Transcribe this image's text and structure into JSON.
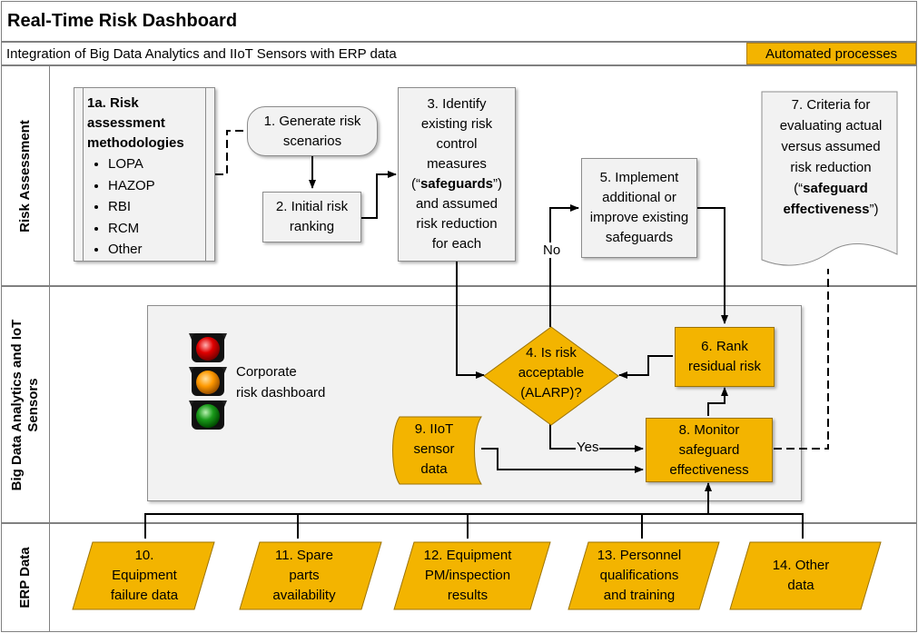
{
  "header": {
    "title": "Real-Time Risk Dashboard",
    "subtitle": "Integration of Big Data Analytics and IIoT Sensors with ERP data",
    "legend": "Automated processes"
  },
  "lanes": {
    "risk": "Risk Assessment",
    "bigdata_1": "Big Data Analytics and IoT",
    "bigdata_2": "Sensors",
    "erp": "ERP Data"
  },
  "methods": {
    "title_1": "1a. Risk",
    "title_2": "assessment",
    "title_3": "methodologies",
    "items": [
      "LOPA",
      "HAZOP",
      "RBI",
      "RCM",
      "Other"
    ]
  },
  "nodes": {
    "n1": [
      "1. Generate risk",
      "scenarios"
    ],
    "n2": [
      "2. Initial risk",
      "ranking"
    ],
    "n3": [
      "3. Identify",
      "existing risk",
      "control",
      "measures",
      "(“",
      "safeguards",
      "”)",
      "and assumed",
      "risk reduction",
      "for each"
    ],
    "n4": [
      "4. Is risk",
      "acceptable",
      "(ALARP)?"
    ],
    "n5": [
      "5. Implement",
      "additional or",
      "improve existing",
      "safeguards"
    ],
    "n6": [
      "6. Rank",
      "residual risk"
    ],
    "n7": [
      "7. Criteria for",
      "evaluating actual",
      "versus assumed",
      "risk reduction",
      "(“",
      "safeguard",
      "effectiveness",
      "”)"
    ],
    "n8": [
      "8. Monitor",
      "safeguard",
      "effectiveness"
    ],
    "n9": [
      "9. IIoT",
      "sensor",
      "data"
    ],
    "n10": [
      "10.",
      "Equipment",
      "failure data"
    ],
    "n11": [
      "11. Spare",
      "parts",
      "availability"
    ],
    "n12": [
      "12. Equipment",
      "PM/inspection",
      "results"
    ],
    "n13": [
      "13. Personnel",
      "qualifications",
      "and training"
    ],
    "n14": [
      "14. Other",
      "data"
    ]
  },
  "dashboard": {
    "label_1": "Corporate",
    "label_2": "risk dashboard"
  },
  "edges": {
    "no": "No",
    "yes": "Yes"
  },
  "colors": {
    "automated": "#f3b400",
    "manual": "#f2f2f2",
    "red_light": "#e00000",
    "amber_light": "#ff9900",
    "green_light": "#1a9a1a"
  }
}
